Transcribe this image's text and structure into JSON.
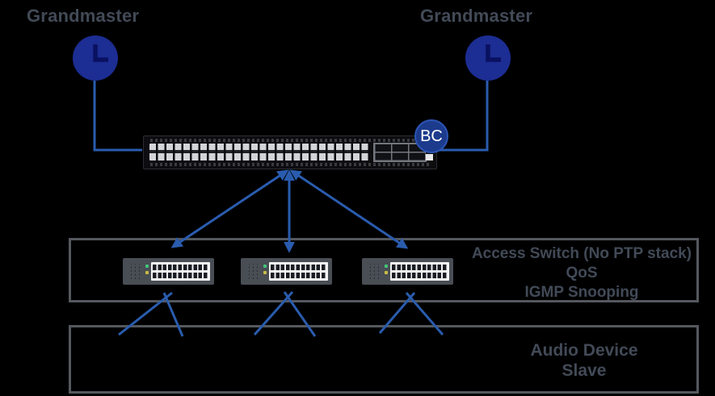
{
  "clocks": {
    "left_label": "Grandmaster",
    "right_label": "Grandmaster",
    "icon": "clock-icon"
  },
  "core_switch": {
    "badge_label": "BC",
    "icon": "rack-switch-48-port"
  },
  "access_group": {
    "title": "Access Switch (No PTP stack)",
    "feature_1": "QoS",
    "feature_2": "IGMP Snooping",
    "switch_count": 3,
    "switch_icon": "access-switch-24-port"
  },
  "audio_group": {
    "line_1": "Audio Device",
    "line_2": "Slave"
  },
  "colors": {
    "background": "#000000",
    "label_text": "#424a57",
    "wire_blue": "#2a5cae",
    "clock_blue": "#1c2d93",
    "clock_hands": "#0a1160",
    "bc_badge_blue": "#1c3b8d",
    "box_border_gray": "#54585e"
  }
}
